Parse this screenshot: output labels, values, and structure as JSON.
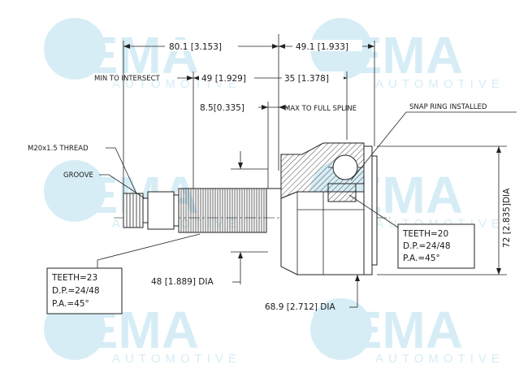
{
  "watermark": {
    "brand": "VEMA",
    "tagline": "AUTOMOTIVE"
  },
  "dimensions": {
    "overall_left": "80.1 [3.153]",
    "overall_right": "49.1 [1.933]",
    "intersect_label": "MIN TO INTERSECT",
    "intersect_left": "49 [1.929]",
    "intersect_right": "35 [1.378]",
    "spline_value": "8.5[0.335]",
    "spline_label": "MAX TO FULL SPLINE",
    "shaft_dia": "48 [1.889] DIA",
    "housing_dia": "68.9 [2.712] DIA",
    "outer_dia": "72 [2.835]DIA"
  },
  "callouts": {
    "thread": "M20x1.5 THREAD",
    "groove": "GROOVE",
    "snap_ring": "SNAP RING INSTALLED"
  },
  "spec_left": {
    "teeth": "TEETH=23",
    "dp": "D.P.=24/48",
    "pa": "P.A.=45°"
  },
  "spec_right": {
    "teeth": "TEETH=20",
    "dp": "D.P.=24/48",
    "pa": "P.A.=45°"
  }
}
